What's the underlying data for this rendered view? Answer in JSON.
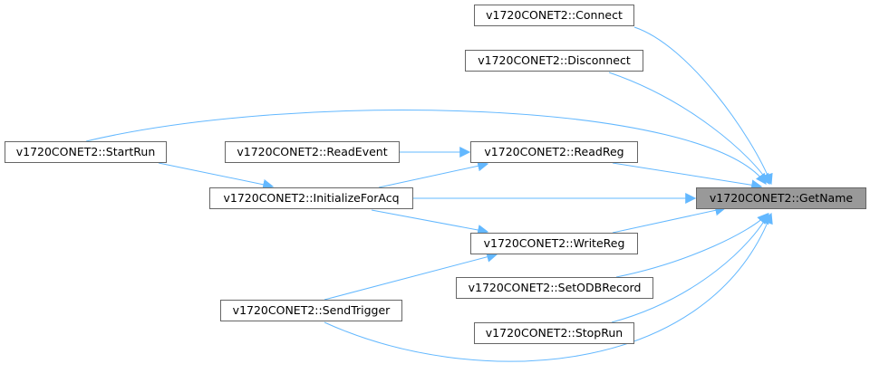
{
  "graph": {
    "edge_color": "#63b8ff",
    "node_border_color": "#666666",
    "focus_fill": "#999999",
    "nodes": {
      "get_name": "v1720CONET2::GetName",
      "connect": "v1720CONET2::Connect",
      "disconnect": "v1720CONET2::Disconnect",
      "start_run": "v1720CONET2::StartRun",
      "read_event": "v1720CONET2::ReadEvent",
      "read_reg": "v1720CONET2::ReadReg",
      "initialize_for_acq": "v1720CONET2::InitializeForAcq",
      "write_reg": "v1720CONET2::WriteReg",
      "set_odb_record": "v1720CONET2::SetODBRecord",
      "send_trigger": "v1720CONET2::SendTrigger",
      "stop_run": "v1720CONET2::StopRun"
    },
    "edges": [
      {
        "from": "connect",
        "to": "get_name"
      },
      {
        "from": "disconnect",
        "to": "get_name"
      },
      {
        "from": "start_run",
        "to": "get_name"
      },
      {
        "from": "start_run",
        "to": "initialize_for_acq"
      },
      {
        "from": "read_event",
        "to": "read_reg"
      },
      {
        "from": "read_reg",
        "to": "get_name"
      },
      {
        "from": "initialize_for_acq",
        "to": "read_reg"
      },
      {
        "from": "initialize_for_acq",
        "to": "get_name"
      },
      {
        "from": "initialize_for_acq",
        "to": "write_reg"
      },
      {
        "from": "write_reg",
        "to": "get_name"
      },
      {
        "from": "send_trigger",
        "to": "write_reg"
      },
      {
        "from": "send_trigger",
        "to": "get_name"
      },
      {
        "from": "set_odb_record",
        "to": "get_name"
      },
      {
        "from": "stop_run",
        "to": "get_name"
      }
    ]
  }
}
